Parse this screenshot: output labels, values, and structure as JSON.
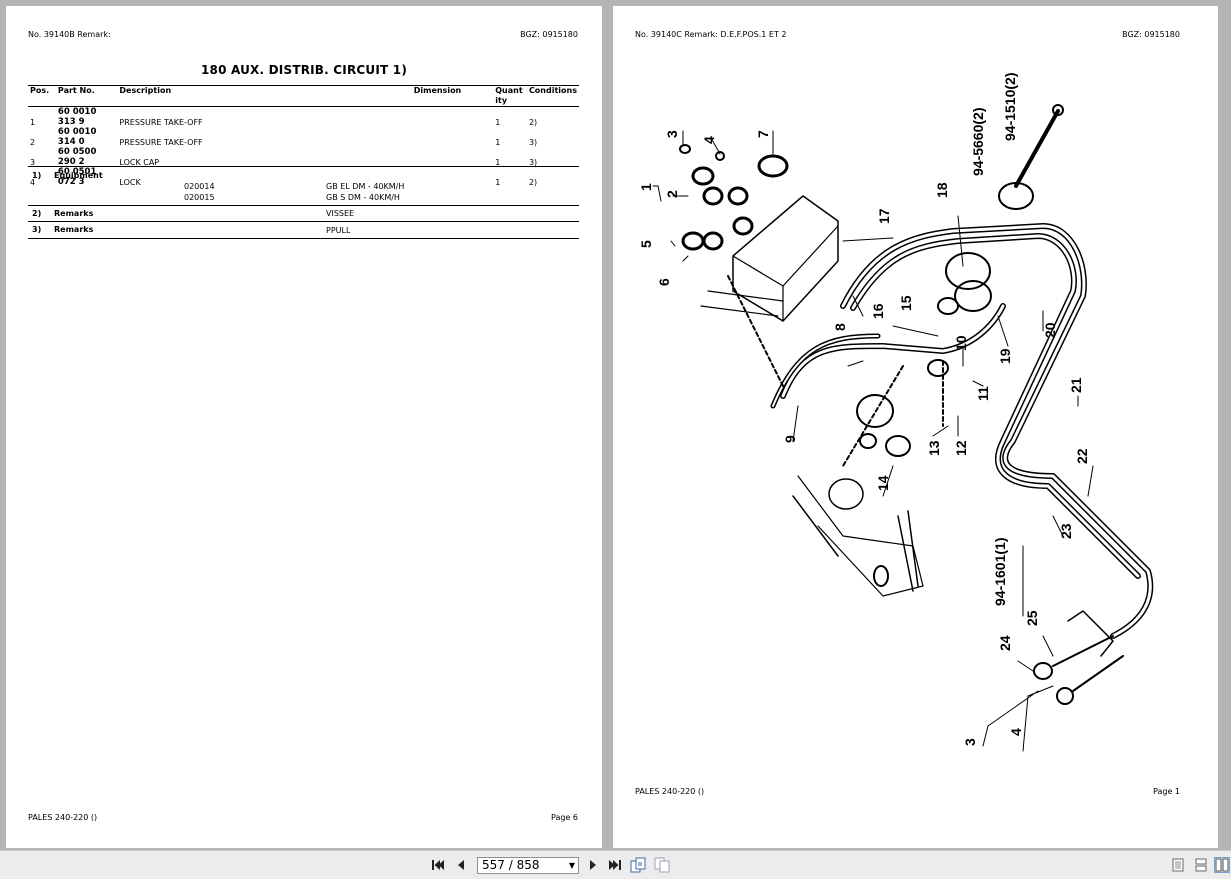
{
  "left_page": {
    "header_left": "No. 39140B   Remark:",
    "header_right": "BGZ: 0915180",
    "title": "180 AUX. DISTRIB. CIRCUIT  1)",
    "columns": [
      "Pos.",
      "Part No.",
      "Description",
      "Dimension",
      "Quantity",
      "Conditions"
    ],
    "rows": [
      {
        "pos": "1",
        "part": "60 0010 313 9",
        "desc": "PRESSURE TAKE-OFF",
        "dim": "",
        "qty": "1",
        "cond": "2)"
      },
      {
        "pos": "2",
        "part": "60 0010 314 0",
        "desc": "PRESSURE TAKE-OFF",
        "dim": "",
        "qty": "1",
        "cond": "3)"
      },
      {
        "pos": "3",
        "part": "60 0500 290 2",
        "desc": "LOCK CAP",
        "dim": "",
        "qty": "1",
        "cond": "3)"
      },
      {
        "pos": "4",
        "part": "60 0501 072 3",
        "desc": "LOCK",
        "dim": "",
        "qty": "1",
        "cond": "2)"
      }
    ],
    "footnotes": {
      "n1_label": "1)",
      "n1_title": "Equipment",
      "equip": [
        {
          "code": "020014",
          "text": "GB EL DM - 40KM/H"
        },
        {
          "code": "020015",
          "text": "GB S DM - 40KM/H"
        }
      ],
      "n2_label": "2)",
      "n2_title": "Remarks",
      "n2_text": "VISSEE",
      "n3_label": "3)",
      "n3_title": "Remarks",
      "n3_text": "PPULL"
    },
    "footer_left": "PALES 240-220 ()",
    "footer_right": "Page 6"
  },
  "right_page": {
    "header_left": "No. 39140C   Remark: D.E.F.POS.1 ET 2",
    "header_right": "BGZ: 0915180",
    "callouts": [
      "1",
      "2",
      "3",
      "4",
      "5",
      "6",
      "7",
      "8",
      "9",
      "10",
      "11",
      "12",
      "13",
      "14",
      "15",
      "16",
      "17",
      "18",
      "19",
      "20",
      "21",
      "22",
      "23",
      "24",
      "25",
      "3",
      "4",
      "94-5660(2)",
      "94-1510(2)",
      "94-1601(1)"
    ],
    "footer_left": "PALES 240-220 ()",
    "footer_right": "Page 1"
  },
  "toolbar": {
    "page_indicator": "557 / 858"
  }
}
